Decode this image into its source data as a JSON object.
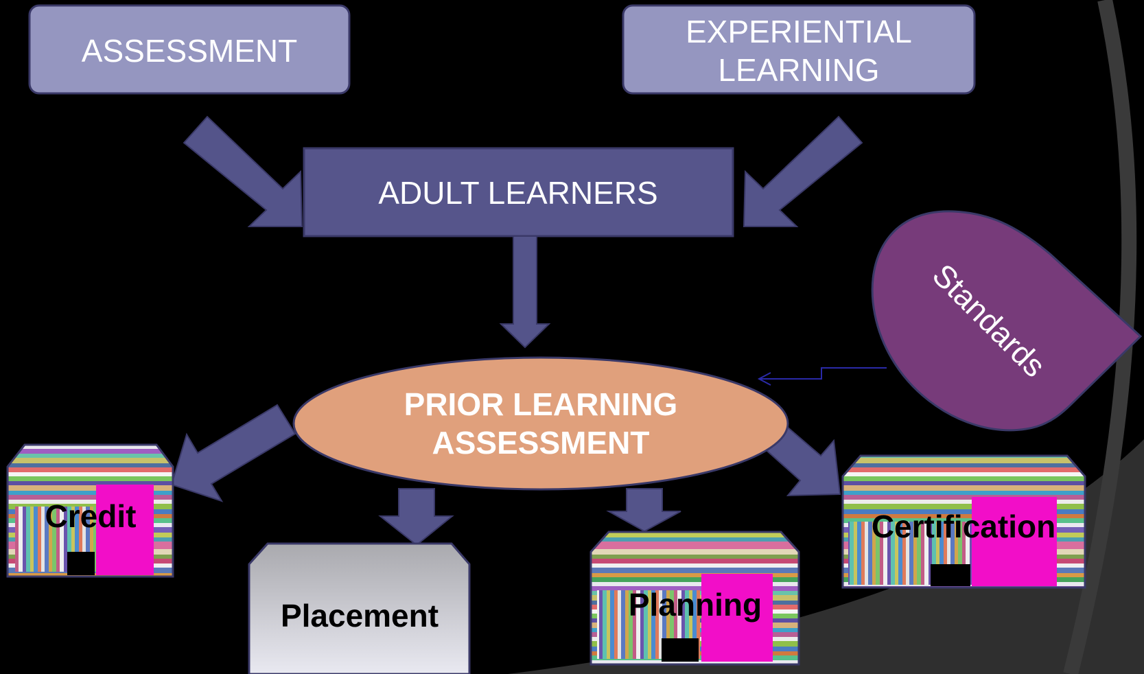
{
  "nodes": {
    "assessment": "ASSESSMENT",
    "experiential_line1": "EXPERIENTIAL",
    "experiential_line2": "LEARNING",
    "adult_learners": "ADULT LEARNERS",
    "prior_line1": "PRIOR LEARNING",
    "prior_line2": "ASSESSMENT",
    "standards": "Standards",
    "credit": "Credit",
    "placement": "Placement",
    "planning": "Planning",
    "certification": "Certification"
  },
  "colors": {
    "background": "#000000",
    "box_light": "#9596c0",
    "box_dark": "#56558b",
    "arrow": "#54548a",
    "ellipse": "#e0a07c",
    "standards": "#773b7a",
    "placement_top": "#a8a8ad",
    "placement_bottom": "#e6e6ee",
    "decor_arc": "#2f2f2f",
    "connector": "#2a2aa8"
  }
}
